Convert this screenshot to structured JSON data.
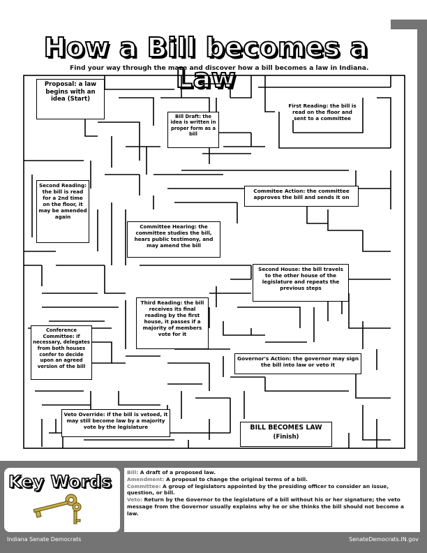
{
  "title": "How a Bill becomes a Law",
  "subtitle": "Find your way through the maze and discover how a bill becomes a law in Indiana.",
  "steps": {
    "proposal": "Proposal: a law begins with an idea (Start)",
    "bill_draft": "Bill Draft: the idea is written in proper form as a bill",
    "first_reading": "First Reading: the bill is read on the floor and sent to a committee",
    "second_reading": "Second Reading: the bill is read for a 2nd time on the floor, it may be amended again",
    "committee_action": "Commitee Action: the committee approves the bill and sends it on",
    "committee_hearing": "Committee Hearing: the committee studies the bill, hears public testimony, and may amend the bill",
    "second_house": "Second House: the bill travels to the other house of the legislature and repeats the previous steps",
    "third_reading": "Third Reading: the bill receives its final reading by the first house, it passes if a majority of members vote for it",
    "conference": "Conference Committee: if necessary, delegates from both houses confer to decide upon an agreed version of the bill",
    "governor": "Governor's Action: the governor may sign the bill into law or veto it",
    "veto_override": "Veto Override: if the bill is vetoed, it may still become law by a majority vote by the legislature",
    "finish_title": "BILL BECOMES LAW",
    "finish_sub": "(Finish)"
  },
  "keywords": {
    "title": "Key Words",
    "items": [
      {
        "term": "Bill:",
        "def": " A draft of a proposed law."
      },
      {
        "term": "Amendment:",
        "def": " A proposal to change the original terms of a bill."
      },
      {
        "term": "Committee:",
        "def": " A group of legislators appointed by the presiding officer to consider an issue, question, or bill."
      },
      {
        "term": "Veto:",
        "def": " Return by the Governor to the legislature of a bill without his or her signature; the veto message from the Governor usually explains why he or she thinks the bill should not become a law."
      }
    ]
  },
  "footer": {
    "left": "Indiana Senate Democrats",
    "right": "SenateDemocrats.IN.gov"
  },
  "icons": [
    "keys-icon"
  ]
}
